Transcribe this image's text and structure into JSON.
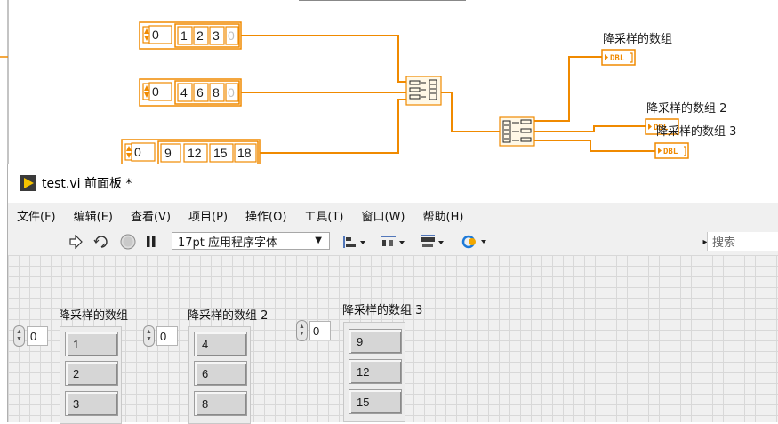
{
  "diagram": {
    "constants": [
      {
        "index": "0",
        "values": [
          "1",
          "2",
          "3",
          "0"
        ]
      },
      {
        "index": "0",
        "values": [
          "4",
          "6",
          "8",
          "0"
        ]
      },
      {
        "index": "0",
        "values": [
          "9",
          "12",
          "15",
          "18"
        ]
      }
    ],
    "indicators": [
      {
        "label": "降采样的数组",
        "type": "DBL"
      },
      {
        "label": "降采样的数组 2",
        "type": "DBL"
      },
      {
        "label": "降采样的数组 3",
        "type": "DBL"
      }
    ],
    "wire_color": "#f08a00"
  },
  "window": {
    "title": "test.vi 前面板 *",
    "menu": [
      "文件(F)",
      "编辑(E)",
      "查看(V)",
      "项目(P)",
      "操作(O)",
      "工具(T)",
      "窗口(W)",
      "帮助(H)"
    ],
    "toolbar": {
      "font": "17pt 应用程序字体",
      "search_placeholder": "搜索",
      "icons": [
        "run-arrow-icon",
        "run-continuously-icon",
        "abort-icon",
        "pause-icon",
        "align-objects-icon",
        "distribute-objects-icon",
        "resize-objects-icon",
        "reorder-icon"
      ]
    }
  },
  "panel": {
    "arrays": [
      {
        "label": "降采样的数组",
        "index": "0",
        "values": [
          "1",
          "2",
          "3"
        ]
      },
      {
        "label": "降采样的数组 2",
        "index": "0",
        "values": [
          "4",
          "6",
          "8"
        ]
      },
      {
        "label": "降采样的数组 3",
        "index": "0",
        "values": [
          "9",
          "12",
          "15"
        ]
      }
    ]
  }
}
